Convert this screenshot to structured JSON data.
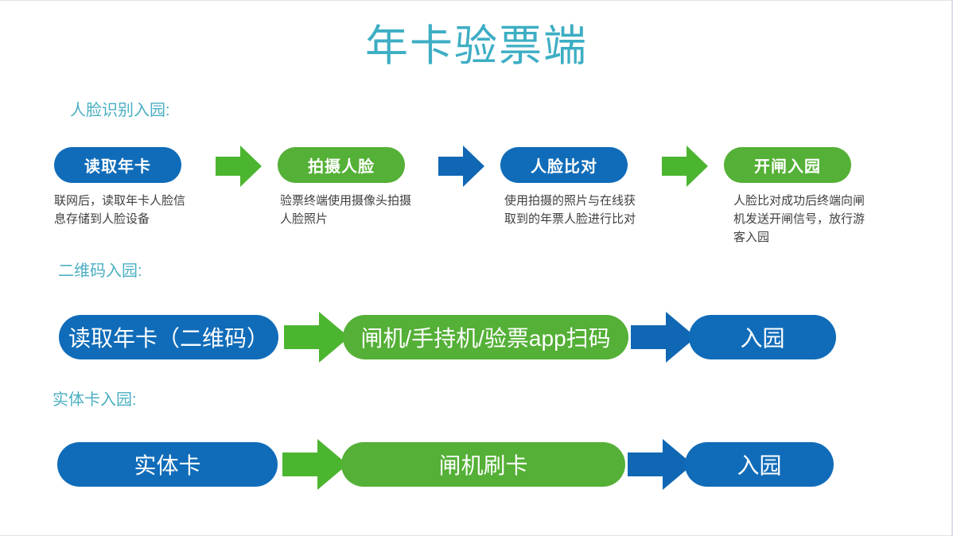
{
  "slide": {
    "title": "年卡验票端",
    "title_color": "#3daec4",
    "background": "#ffffff"
  },
  "colors": {
    "blue": "#106CB9",
    "green": "#54B036",
    "heading_teal": "#4bafc3",
    "body_text": "#404040"
  },
  "sections": [
    {
      "id": "face",
      "label": "人脸识别入园:",
      "steps": [
        {
          "name": "读取年卡",
          "color": "blue",
          "desc": "联网后，读取年卡人脸信息存储到人脸设备"
        },
        {
          "name": "拍摄人脸",
          "color": "green",
          "desc": "验票终端使用摄像头拍摄人脸照片"
        },
        {
          "name": "人脸比对",
          "color": "blue",
          "desc": "使用拍摄的照片与在线获取到的年票人脸进行比对"
        },
        {
          "name": "开闸入园",
          "color": "green",
          "desc": "人脸比对成功后终端向闸机发送开闸信号，放行游客入园"
        }
      ],
      "arrows": [
        "green",
        "blue",
        "green"
      ]
    },
    {
      "id": "qr",
      "label": "二维码入园:",
      "steps": [
        {
          "name": "读取年卡（二维码）",
          "color": "blue"
        },
        {
          "name": "闸机/手持机/验票app扫码",
          "color": "green"
        },
        {
          "name": "入园",
          "color": "blue"
        }
      ],
      "arrows": [
        "green",
        "blue"
      ]
    },
    {
      "id": "card",
      "label": "实体卡入园:",
      "steps": [
        {
          "name": "实体卡",
          "color": "blue"
        },
        {
          "name": "闸机刷卡",
          "color": "green"
        },
        {
          "name": "入园",
          "color": "blue"
        }
      ],
      "arrows": [
        "green",
        "blue"
      ]
    }
  ]
}
